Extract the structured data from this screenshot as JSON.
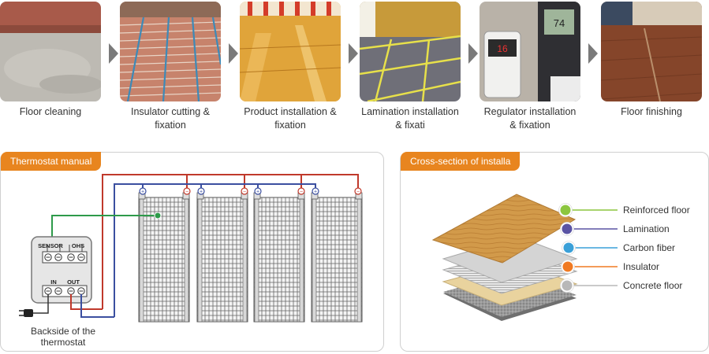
{
  "steps": [
    {
      "caption": "Floor cleaning"
    },
    {
      "caption": "Insulator cutting & fixation"
    },
    {
      "caption": "Product installation & fixation"
    },
    {
      "caption": "Lamination installation & fixati"
    },
    {
      "caption": "Regulator installation & fixation"
    },
    {
      "caption": "Floor finishing"
    }
  ],
  "thermostat": {
    "tag": "Thermostat manual",
    "sensor_label": "SENSOR",
    "ohs_label": "OHS",
    "in_label": "IN",
    "out_label": "OUT",
    "backside_line1": "Backside of the",
    "backside_line2": "thermostat",
    "plus": "+",
    "minus": "−"
  },
  "cross_section": {
    "tag": "Cross-section of installa",
    "layers": [
      {
        "label": "Reinforced floor",
        "color": "#8cc63f"
      },
      {
        "label": "Lamination",
        "color": "#5a54a4"
      },
      {
        "label": "Carbon fiber",
        "color": "#3aa0d8"
      },
      {
        "label": "Insulator",
        "color": "#f07a22"
      },
      {
        "label": "Concrete floor",
        "color": "#b8b8b8"
      }
    ]
  },
  "regulator_display": {
    "reading": "16",
    "meter_reading": "74"
  }
}
